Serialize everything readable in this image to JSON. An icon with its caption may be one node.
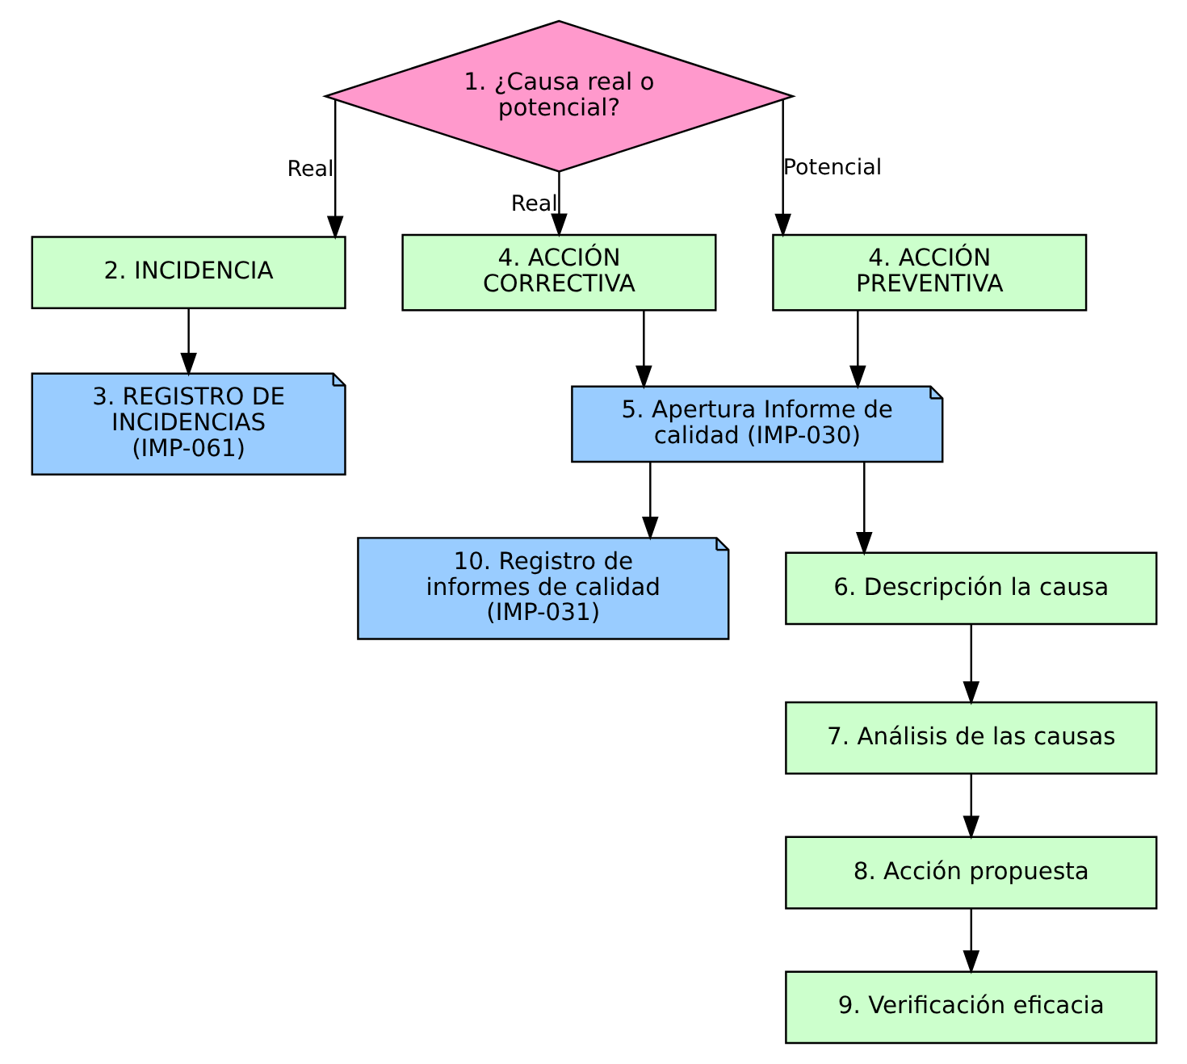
{
  "diagram": {
    "nodes": [
      {
        "text": [
          "1. ¿Causa real o potencial?"
        ]
      },
      {
        "text": [
          "2. INCIDENCIA"
        ]
      },
      {
        "text": [
          "4. ACCIÓN CORRECTIVA"
        ]
      },
      {
        "text": [
          "4. ACCIÓN PREVENTIVA"
        ]
      },
      {
        "text": [
          "3. REGISTRO DE INCIDENCIAS (IMP-061)"
        ]
      },
      {
        "text": [
          "5. Apertura Informe de calidad (IMP-030)"
        ]
      },
      {
        "text": [
          "10. Registro de informes de calidad (IMP-031)"
        ]
      },
      {
        "text": [
          "6. Descripción la causa"
        ]
      },
      {
        "text": [
          "7. Análisis de las causas"
        ]
      },
      {
        "text": [
          "8. Acción propuesta"
        ]
      },
      {
        "text": [
          "9. Verificación eficacia"
        ]
      }
    ],
    "edges": [
      {
        "from": 0,
        "to": 1,
        "arrow": "to",
        "label": "Real"
      },
      {
        "from": 0,
        "to": 2,
        "arrow": "to",
        "label": "Real"
      },
      {
        "from": 0,
        "to": 3,
        "arrow": "to",
        "label": "Potencial"
      },
      {
        "from": 1,
        "to": 4,
        "arrow": "to"
      },
      {
        "from": 2,
        "to": 5,
        "arrow": "to"
      },
      {
        "from": 3,
        "to": 5,
        "arrow": "to"
      },
      {
        "from": 5,
        "to": 6,
        "arrow": "to"
      },
      {
        "from": 5,
        "to": 7,
        "arrow": "to"
      },
      {
        "from": 7,
        "to": 8,
        "arrow": "to"
      },
      {
        "from": 8,
        "to": 9,
        "arrow": "to"
      },
      {
        "from": 9,
        "to": 10,
        "arrow": "to"
      }
    ]
  }
}
